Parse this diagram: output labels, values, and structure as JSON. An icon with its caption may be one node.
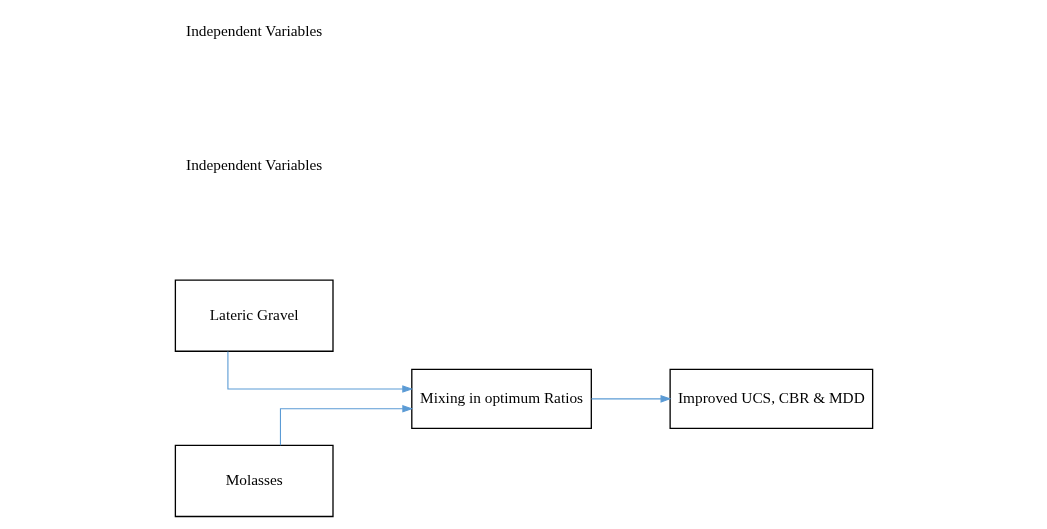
{
  "diagram": {
    "nodes": [
      {
        "text": [
          "Lateric Gravel"
        ]
      },
      {
        "text": [
          "Molasses"
        ]
      },
      {
        "text": [
          "Mixing in optimum Ratios"
        ]
      },
      {
        "text": [
          "Improved UCS, CBR & MDD"
        ]
      }
    ],
    "edges": [
      {
        "from": 0,
        "to": 2,
        "arrow": "to"
      },
      {
        "from": 1,
        "to": 2,
        "arrow": "to"
      },
      {
        "from": 2,
        "to": 3,
        "arrow": "to"
      }
    ],
    "labels": [
      "Independent Variables",
      "Independent Variables"
    ]
  }
}
